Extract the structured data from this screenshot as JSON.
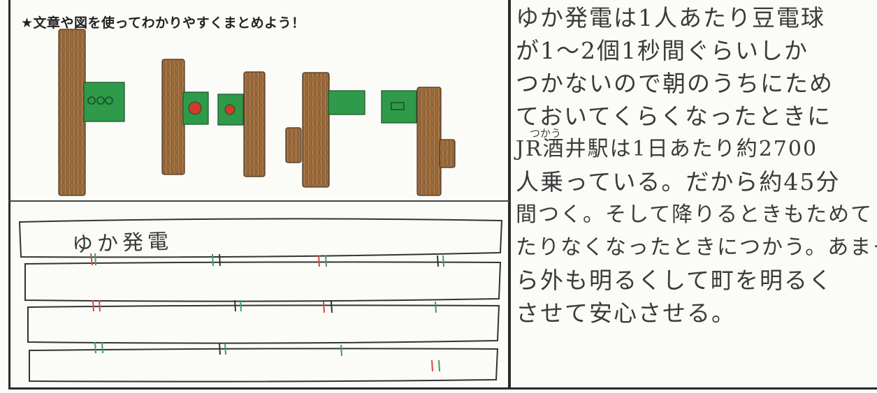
{
  "worksheet": {
    "prompt": "★文章や図を使ってわかりやすくまとめよう！",
    "diagram_label": "ゆか発電",
    "essay_lines": [
      "ゆか発電は1人あたり豆電球",
      "が1〜2個1秒間ぐらいしか",
      "つかないので朝のうちにため",
      "ておいてくらくなったときに",
      "JR酒井駅は1日あたり約2700",
      "人乗っている。だから約45分",
      "間つく。そして降りるときもためて",
      "たりなくなったときにつかう。あまった",
      "ら外も明るくして町を明るく",
      "させて安心させる。"
    ],
    "essay_annotation": "つかう"
  },
  "colors": {
    "wood": "#9b6a3c",
    "wood_dark": "#6e4a2a",
    "panel_green": "#2f9a4a",
    "dot_red": "#d23a2a",
    "mark_red": "#d24a4a",
    "mark_green": "#3aa064",
    "ink": "#3b3b3b"
  }
}
